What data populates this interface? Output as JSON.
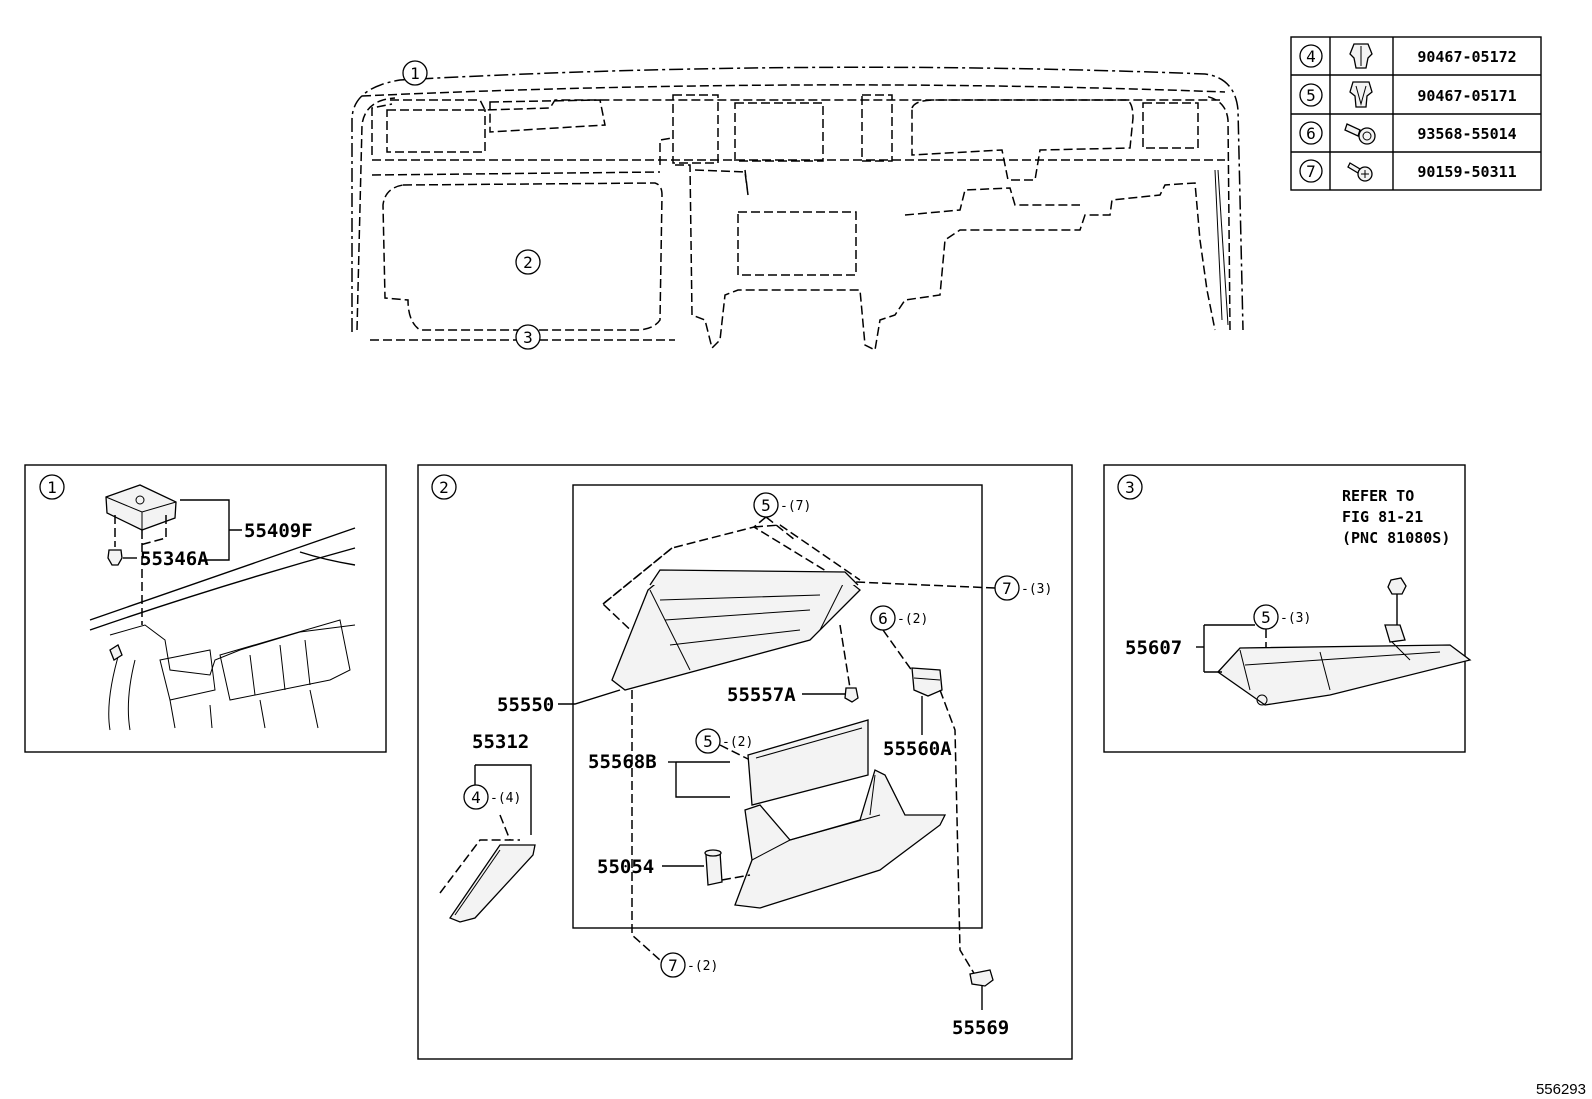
{
  "callouts": {
    "c1": "1",
    "c2": "2",
    "c3": "3",
    "c4": "4",
    "c5": "5",
    "c6": "6",
    "c7": "7"
  },
  "fastener_table": [
    {
      "ref": "4",
      "part_number": "90467-05172",
      "icon": "clip-icon"
    },
    {
      "ref": "5",
      "part_number": "90467-05171",
      "icon": "clip-icon"
    },
    {
      "ref": "6",
      "part_number": "93568-55014",
      "icon": "bolt-icon"
    },
    {
      "ref": "7",
      "part_number": "90159-50311",
      "icon": "screw-icon"
    }
  ],
  "panel1": {
    "p55409F": "55409F",
    "p55346A": "55346A"
  },
  "panel2": {
    "p55550": "55550",
    "p55312": "55312",
    "p55557A": "55557A",
    "p55568B": "55568B",
    "p55560A": "55560A",
    "p55054": "55054",
    "p55569": "55569",
    "q5_7": "-(7)",
    "q7_3": "-(3)",
    "q6_2": "-(2)",
    "q5_2": "-(2)",
    "q4_4": "-(4)",
    "q7_2": "-(2)"
  },
  "panel3": {
    "refer_line1": "REFER TO",
    "refer_line2": "FIG 81-21",
    "refer_line3": "(PNC 81080S)",
    "p55607": "55607",
    "q5_3": "-(3)"
  },
  "figure_number": "556293"
}
